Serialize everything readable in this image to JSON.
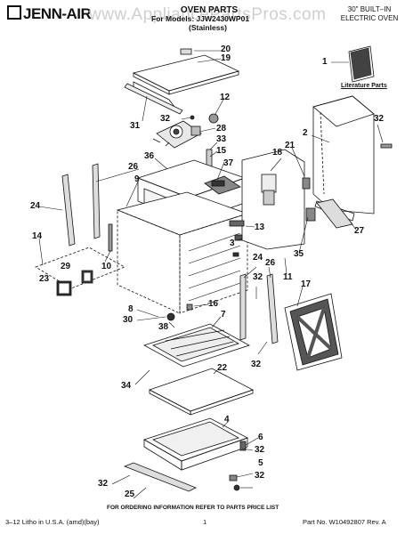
{
  "header": {
    "brand": "JENN-AIR",
    "watermark": "www.AppliancePartsPros.com",
    "title": "OVEN PARTS",
    "models_line": "For Models: JJW2430WP01",
    "variant": "(Stainless)",
    "product_line1": "30\" BUILT–IN",
    "product_line2": "ELECTRIC OVEN"
  },
  "literature_label": "Literature Parts",
  "callouts": [
    {
      "id": "c20",
      "text": "20"
    },
    {
      "id": "c19",
      "text": "19"
    },
    {
      "id": "c12",
      "text": "12"
    },
    {
      "id": "c31",
      "text": "31"
    },
    {
      "id": "c32a",
      "text": "32"
    },
    {
      "id": "c28",
      "text": "28"
    },
    {
      "id": "c33",
      "text": "33"
    },
    {
      "id": "c15",
      "text": "15"
    },
    {
      "id": "c37",
      "text": "37"
    },
    {
      "id": "c36",
      "text": "36"
    },
    {
      "id": "c26a",
      "text": "26"
    },
    {
      "id": "c9",
      "text": "9"
    },
    {
      "id": "c24a",
      "text": "24"
    },
    {
      "id": "c14",
      "text": "14"
    },
    {
      "id": "c10",
      "text": "10"
    },
    {
      "id": "c29",
      "text": "29"
    },
    {
      "id": "c23",
      "text": "23"
    },
    {
      "id": "c1",
      "text": "1"
    },
    {
      "id": "c2",
      "text": "2"
    },
    {
      "id": "c21",
      "text": "21"
    },
    {
      "id": "c18",
      "text": "18"
    },
    {
      "id": "c32b",
      "text": "32"
    },
    {
      "id": "c13",
      "text": "13"
    },
    {
      "id": "c3",
      "text": "3"
    },
    {
      "id": "c27",
      "text": "27"
    },
    {
      "id": "c35",
      "text": "35"
    },
    {
      "id": "c24b",
      "text": "24"
    },
    {
      "id": "c26b",
      "text": "26"
    },
    {
      "id": "c32c",
      "text": "32"
    },
    {
      "id": "c11",
      "text": "11"
    },
    {
      "id": "c17",
      "text": "17"
    },
    {
      "id": "c16",
      "text": "16"
    },
    {
      "id": "c8",
      "text": "8"
    },
    {
      "id": "c30",
      "text": "30"
    },
    {
      "id": "c7",
      "text": "7"
    },
    {
      "id": "c38",
      "text": "38"
    },
    {
      "id": "c32d",
      "text": "32"
    },
    {
      "id": "c34",
      "text": "34"
    },
    {
      "id": "c22",
      "text": "22"
    },
    {
      "id": "c4",
      "text": "4"
    },
    {
      "id": "c6",
      "text": "6"
    },
    {
      "id": "c32e",
      "text": "32"
    },
    {
      "id": "c5",
      "text": "5"
    },
    {
      "id": "c32f",
      "text": "32"
    },
    {
      "id": "c32g",
      "text": "32"
    },
    {
      "id": "c25",
      "text": "25"
    }
  ],
  "footer": {
    "ordering": "FOR ORDERING INFORMATION REFER TO PARTS PRICE LIST",
    "litho": "3–12 Litho in U.S.A. (amd)(bay)",
    "page": "1",
    "part_no": "Part No. W10492807 Rev. A"
  }
}
